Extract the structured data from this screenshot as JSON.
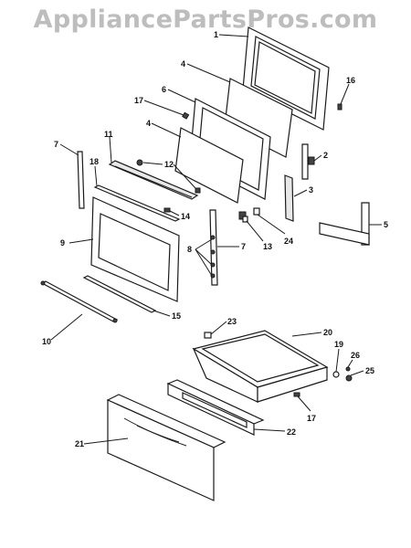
{
  "watermark": "AppliancePartsPros.com",
  "callouts": [
    {
      "id": "c1",
      "text": "1"
    },
    {
      "id": "c4a",
      "text": "4"
    },
    {
      "id": "c16",
      "text": "16"
    },
    {
      "id": "c6",
      "text": "6"
    },
    {
      "id": "c17a",
      "text": "17"
    },
    {
      "id": "c4b",
      "text": "4"
    },
    {
      "id": "c7a",
      "text": "7"
    },
    {
      "id": "c11",
      "text": "11"
    },
    {
      "id": "c12",
      "text": "12"
    },
    {
      "id": "c2",
      "text": "2"
    },
    {
      "id": "c18",
      "text": "18"
    },
    {
      "id": "c3",
      "text": "3"
    },
    {
      "id": "c14",
      "text": "14"
    },
    {
      "id": "c5",
      "text": "5"
    },
    {
      "id": "c9",
      "text": "9"
    },
    {
      "id": "c8",
      "text": "8"
    },
    {
      "id": "c7b",
      "text": "7"
    },
    {
      "id": "c13",
      "text": "13"
    },
    {
      "id": "c24",
      "text": "24"
    },
    {
      "id": "c15",
      "text": "15"
    },
    {
      "id": "c10",
      "text": "10"
    },
    {
      "id": "c23",
      "text": "23"
    },
    {
      "id": "c20",
      "text": "20"
    },
    {
      "id": "c19",
      "text": "19"
    },
    {
      "id": "c26",
      "text": "26"
    },
    {
      "id": "c25",
      "text": "25"
    },
    {
      "id": "c17b",
      "text": "17"
    },
    {
      "id": "c22",
      "text": "22"
    },
    {
      "id": "c21",
      "text": "21"
    }
  ]
}
